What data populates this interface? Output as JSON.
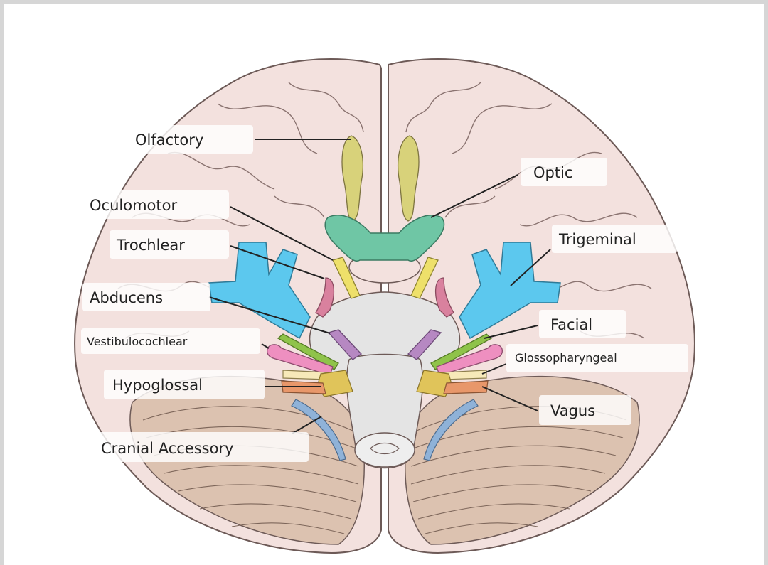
{
  "labels": {
    "olfactory": "Olfactory",
    "optic": "Optic",
    "oculomotor": "Oculomotor",
    "trochlear": "Trochlear",
    "trigeminal": "Trigeminal",
    "abducens": "Abducens",
    "facial": "Facial",
    "vestibulocochlear": "Vestibulocochlear",
    "glossopharyngeal": "Glossopharyngeal",
    "hypoglossal": "Hypoglossal",
    "vagus": "Vagus",
    "cranial_accessory": "Cranial Accessory"
  },
  "colors": {
    "background": "#d6d6d6",
    "brain": "#f3e1de",
    "brain_outline": "#6d5a57",
    "cerebellum": "#dcc2b0",
    "brainstem": "#e4e4e4",
    "olfactory": "#d8d27a",
    "optic": "#6fc6a5",
    "oculomotor": "#eee06a",
    "trochlear": "#d9819e",
    "trigeminal": "#5cc8ee",
    "abducens": "#b688c2",
    "facial": "#8fc34a",
    "vestibulocochlear": "#ee8fc0",
    "glossopharyngeal": "#f7e9b9",
    "hypoglossal": "#e0c45a",
    "vagus": "#e8976a",
    "cranial_accessory": "#8fb2d8"
  }
}
